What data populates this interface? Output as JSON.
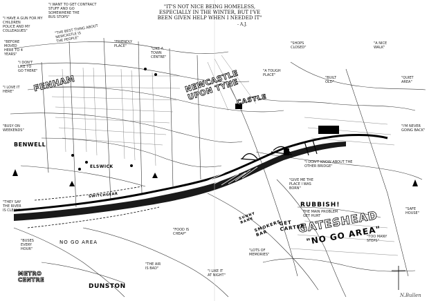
{
  "header_quote": {
    "text": "\"IT'S NOT NICE BEING HOMELESS,\nESPECIALLY IN THE WINTER, BUT I'VE\nBEEN GIVEN HELP WHEN I NEEDED IT\"",
    "author": "- A.J."
  },
  "places": {
    "fenham": "FENHAM",
    "newcastle": "NEWCASTLE\nUPON TYNE",
    "benwell": "BENWELL",
    "elswick": "ELSWICK",
    "dunston": "DUNSTON",
    "metro_centre": "METRO\nCENTRE",
    "gateshead": "GATESHEAD",
    "switchgear": "SWITCHGEAR"
  },
  "slogans": {
    "no_go_area_right": "\"NO GO AREA\"",
    "no_go_area_left": "NO GO AREA",
    "rubbish": "RUBBISH!",
    "rubbish_sub": "THE MAIN PROBLEM\nGET HURT",
    "get_carter": "GET\nCARTER",
    "smokers_bar": "SMOKERS\nBAR",
    "sunny_bank": "SUNNY\nBANK",
    "castle_tag": "CASTLE"
  },
  "notes": [
    "\"I WANT TO GET CONTRACT\nSTUFF AND GO\nSOMEWHERE THE\nBUS STOPS\"",
    "\"I HAVE A GUN FOR MY\nCHILDREN\nPOLICE AND MY\nCOLLEAGUES\"",
    "\"BEFORE\nMOVED\nHERE TO 4\nYEARS\"",
    "\"I DON'T\nLIKE TO\nGO THERE\"",
    "\"THE BEST THING ABOUT\nNEWCASTLE IS\nTHE PEOPLE\"",
    "\"FRIENDLY\nPLACE\"",
    "\"LIKE A\nTOWN\nCENTRE\"",
    "\"I LOVE IT\nHERE\"",
    "\"BUSY ON\nWEEKENDS\"",
    "\"THEY SAY\nTHE RIVER\nIS CLEAN\"",
    "\"BUSES\nEVERY\nHOUR\"",
    "\"SHOPS\nCLOSED\"",
    "\"I DON'T KNOW ABOUT THE\nOTHER BRIDGE\"",
    "\"GIVE ME THE\nPLACE I WAS\nBORN\"",
    "\"A NICE\nWALK\"",
    "\"QUIET\nAREA\"",
    "\"I'M NEVER\nGOING BACK\"",
    "\"SAFE\nHOUSE\"",
    "\"TOO MANY\nSTEPS\"",
    "\"FOOD IS\nCHEAP\"",
    "\"THE AIR\nIS BAD\"",
    "\"I LIKE IT\nAT NIGHT\"",
    "\"LOTS OF\nMEMORIES\"",
    "\"BUILT\nOLD\"",
    "\"A TOUGH\nPLACE\""
  ],
  "signature": "N.Bullen",
  "colors": {
    "ink": "#111111",
    "river": "#1a1a1a",
    "paper": "#ffffff"
  },
  "icons": [
    "north-arrow-icon",
    "bridge-icon",
    "tree-icon",
    "building-icon"
  ]
}
